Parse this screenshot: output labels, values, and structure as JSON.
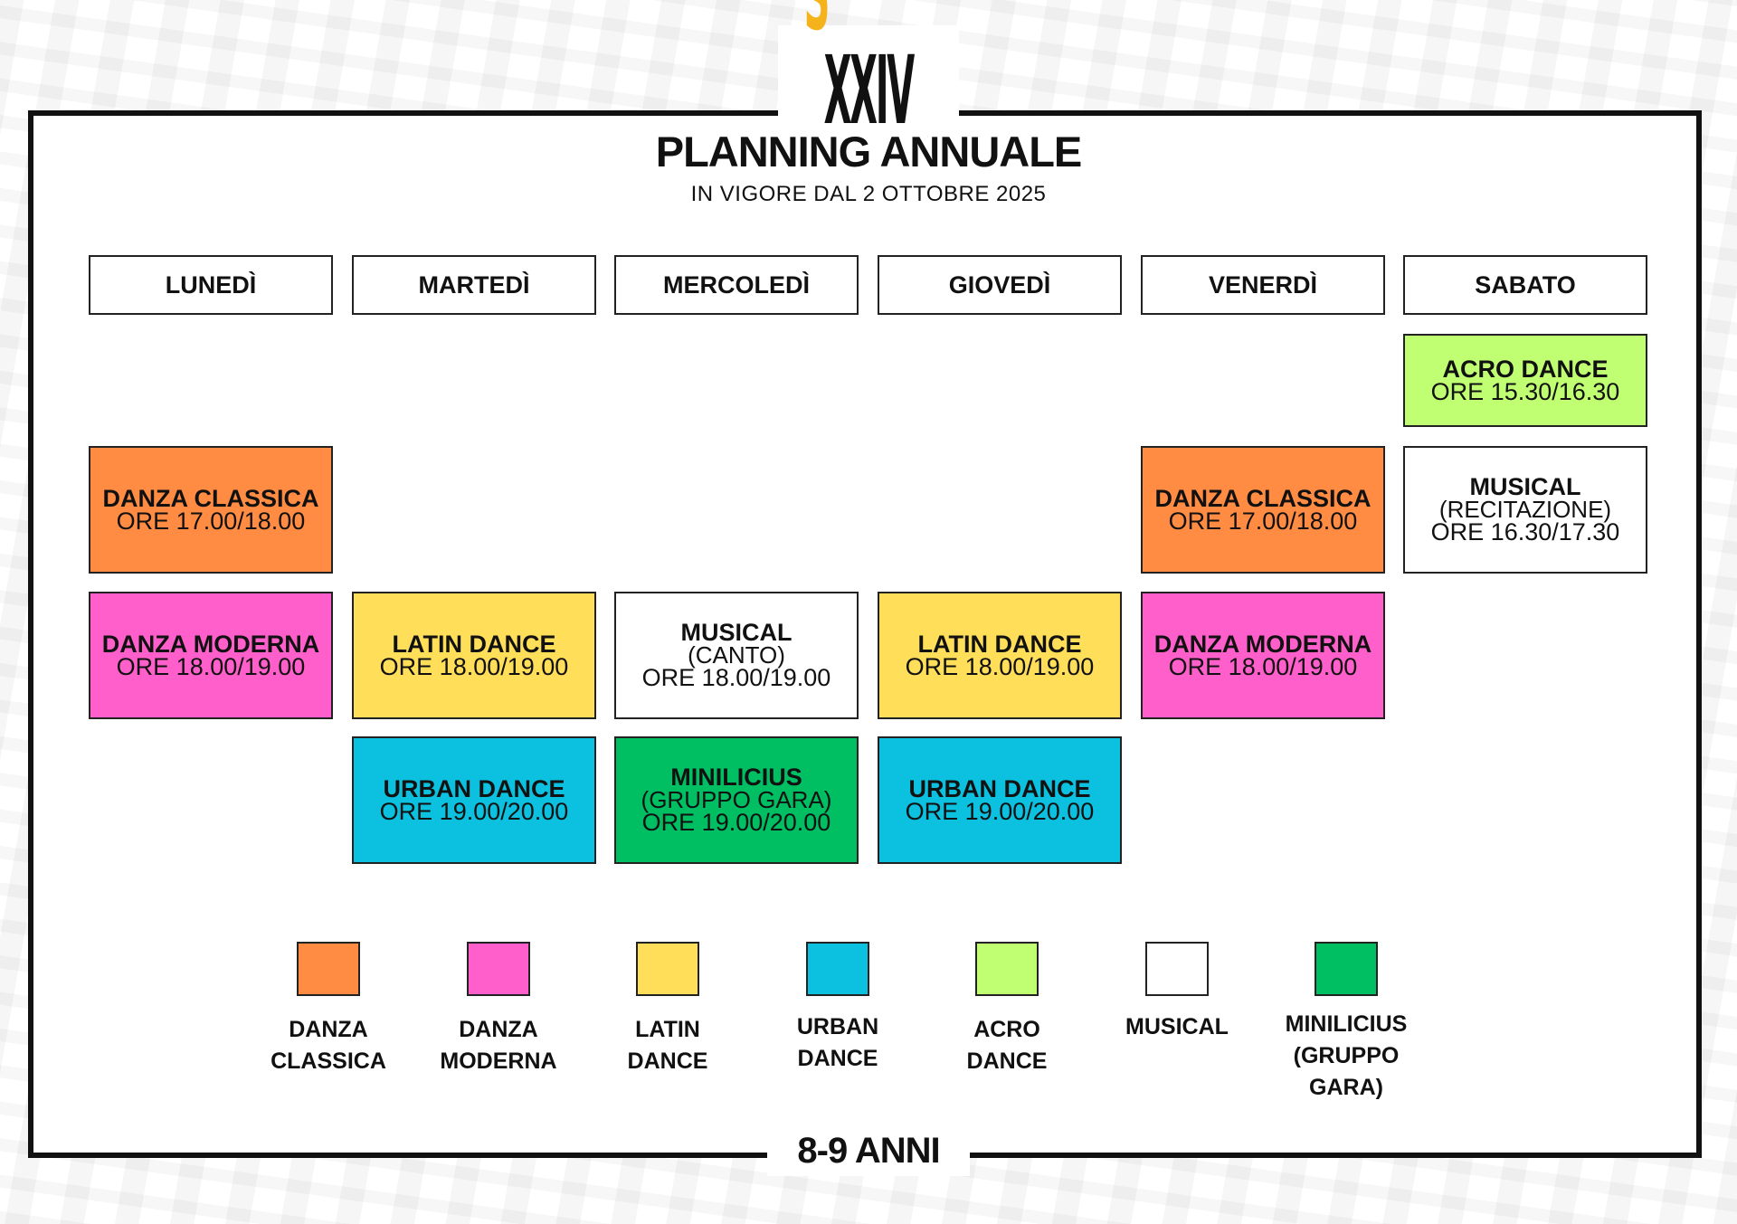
{
  "logo": {
    "s": "S",
    "rest": "XXIV"
  },
  "title": "PLANNING ANNUALE",
  "subtitle": "IN VIGORE DAL 2 OTTOBRE 2025",
  "age": "8-9 ANNI",
  "colors": {
    "danza_classica": "#ff8c42",
    "danza_moderna": "#ff5fcb",
    "latin_dance": "#ffde59",
    "urban_dance": "#0cc0df",
    "acro_dance": "#c1ff72",
    "musical": "#ffffff",
    "minilicius": "#00bf63",
    "logo_accent": "#f4b31b"
  },
  "days": [
    "LUNEDÌ",
    "MARTEDÌ",
    "MERCOLEDÌ",
    "GIOVEDÌ",
    "VENERDÌ",
    "SABATO"
  ],
  "slots": [
    {
      "name": "DANZA CLASSICA",
      "sub": "",
      "time": "ORE 17.00/18.00"
    },
    {
      "name": "DANZA MODERNA",
      "sub": "",
      "time": "ORE 18.00/19.00"
    },
    {
      "name": "LATIN DANCE",
      "sub": "",
      "time": "ORE 18.00/19.00"
    },
    {
      "name": "URBAN DANCE",
      "sub": "",
      "time": "ORE 19.00/20.00"
    },
    {
      "name": "MUSICAL",
      "sub": "(CANTO)",
      "time": "ORE 18.00/19.00"
    },
    {
      "name": "MINILICIUS",
      "sub": "(GRUPPO GARA)",
      "time": "ORE 19.00/20.00"
    },
    {
      "name": "LATIN DANCE",
      "sub": "",
      "time": "ORE 18.00/19.00"
    },
    {
      "name": "URBAN DANCE",
      "sub": "",
      "time": "ORE 19.00/20.00"
    },
    {
      "name": "DANZA CLASSICA",
      "sub": "",
      "time": "ORE 17.00/18.00"
    },
    {
      "name": "DANZA MODERNA",
      "sub": "",
      "time": "ORE 18.00/19.00"
    },
    {
      "name": "ACRO DANCE",
      "sub": "",
      "time": "ORE 15.30/16.30"
    },
    {
      "name": "MUSICAL",
      "sub": "(RECITAZIONE)",
      "time": "ORE 16.30/17.30"
    }
  ],
  "legend": [
    {
      "line1": "DANZA",
      "line2": "CLASSICA",
      "line3": ""
    },
    {
      "line1": "DANZA",
      "line2": "MODERNA",
      "line3": ""
    },
    {
      "line1": "LATIN",
      "line2": "DANCE",
      "line3": ""
    },
    {
      "line1": "URBAN",
      "line2": "DANCE",
      "line3": ""
    },
    {
      "line1": "ACRO",
      "line2": "DANCE",
      "line3": ""
    },
    {
      "line1": "MUSICAL",
      "line2": "",
      "line3": ""
    },
    {
      "line1": "MINILICIUS",
      "line2": "(GRUPPO",
      "line3": "GARA)"
    }
  ]
}
